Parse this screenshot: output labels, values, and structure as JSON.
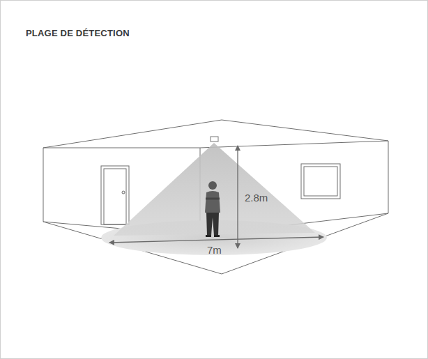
{
  "diagram": {
    "title": "PLAGE DE DÉTECTION",
    "labels": [
      "2.8m",
      "7m"
    ]
  }
}
